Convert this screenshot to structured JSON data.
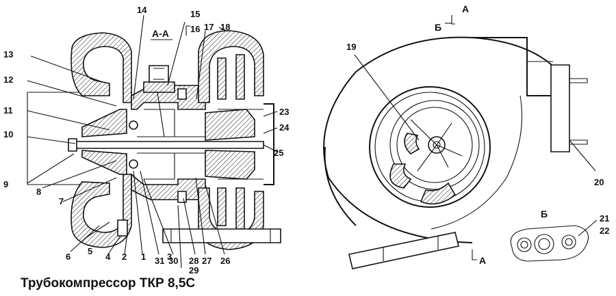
{
  "caption": "Трубокомпрессор ТКР 8,5С",
  "section_title": "А-А",
  "section_marks": {
    "a_top": "А",
    "b_top": "Б",
    "a_bottom": "А",
    "b_view": "Б"
  },
  "part_numbers": [
    "1",
    "2",
    "3",
    "4",
    "5",
    "6",
    "7",
    "8",
    "9",
    "10",
    "11",
    "12",
    "13",
    "14",
    "15",
    "16",
    "17",
    "18",
    "19",
    "20",
    "21",
    "22",
    "23",
    "24",
    "25",
    "26",
    "27",
    "28",
    "29",
    "30",
    "31"
  ]
}
